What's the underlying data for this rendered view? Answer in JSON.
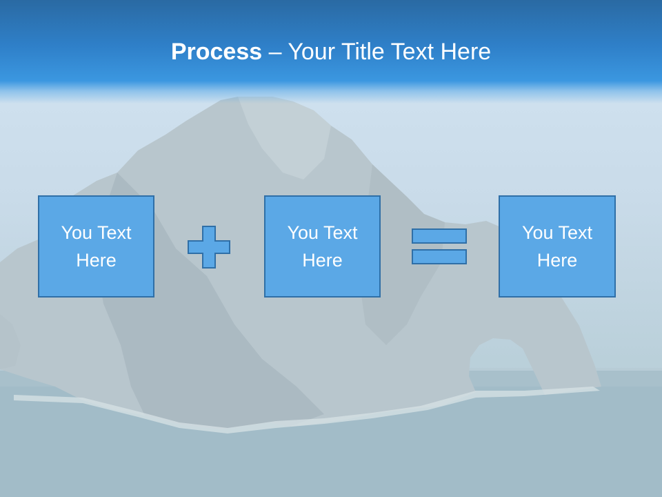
{
  "slide": {
    "title_bold": "Process",
    "title_rest": " – Your Title Text Here"
  },
  "process": {
    "boxes": [
      {
        "text": "You Text Here"
      },
      {
        "text": "You Text Here"
      },
      {
        "text": "You Text Here"
      }
    ],
    "operators": [
      "plus-icon",
      "equals-icon"
    ]
  },
  "colors": {
    "title_bar": "#2f80c9",
    "box_fill": "#5ba8e6",
    "box_border": "#2f6fa7",
    "text": "#ffffff"
  }
}
